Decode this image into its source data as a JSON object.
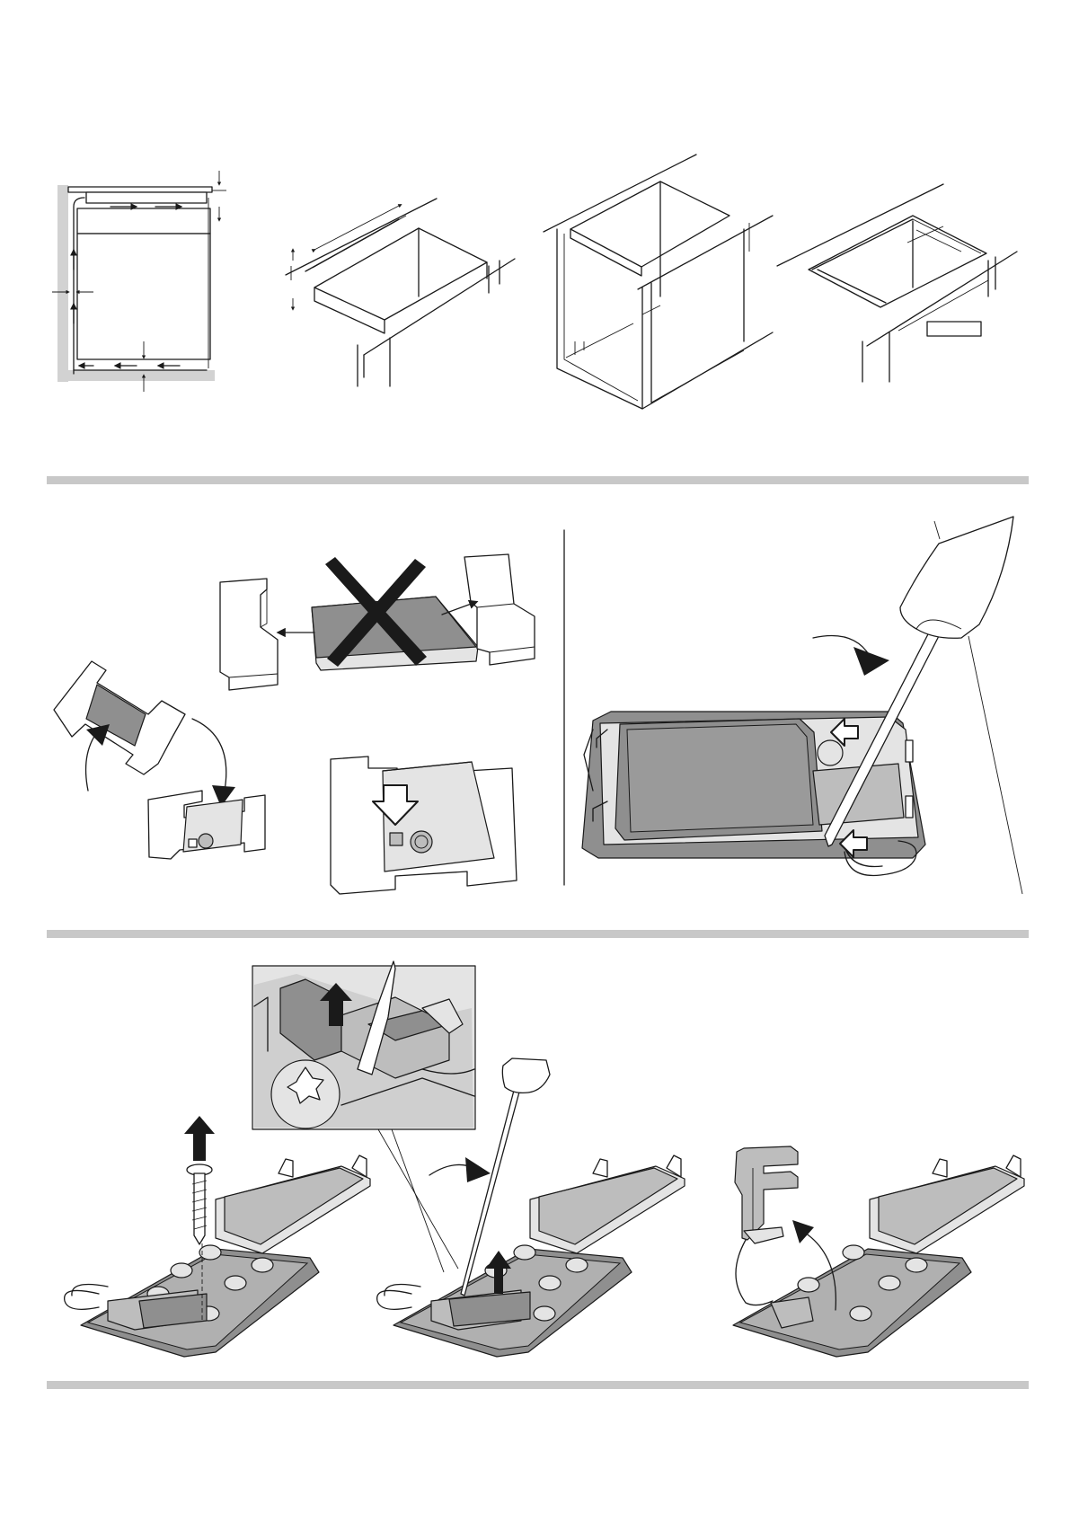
{
  "colors": {
    "separator": "#c8c8c8",
    "line": "#1a1a1a",
    "panel_gray": "#8f8f8f",
    "light_gray": "#e4e4e4",
    "mid_gray": "#bdbdbd"
  },
  "separators": 3,
  "figures": [
    {
      "name": "ventilation-cross-section",
      "icons": [
        "airflow-arrow-icon"
      ]
    },
    {
      "name": "worktop-cutout"
    },
    {
      "name": "cabinet-carcass"
    },
    {
      "name": "worktop-with-frame"
    },
    {
      "name": "unpack-hob",
      "icons": [
        "prohibited-x-icon",
        "curved-arrow-icon",
        "down-arrow-outline-icon"
      ]
    },
    {
      "name": "screwdriver-release-housing",
      "icons": [
        "curved-arrow-icon",
        "left-arrow-outline-icon"
      ]
    },
    {
      "name": "remove-screw",
      "icons": [
        "up-arrow-icon"
      ]
    },
    {
      "name": "lever-clip-detail",
      "icons": [
        "up-arrow-icon",
        "curved-arrow-icon"
      ]
    },
    {
      "name": "remove-bracket",
      "icons": [
        "curved-arrow-icon"
      ]
    }
  ]
}
